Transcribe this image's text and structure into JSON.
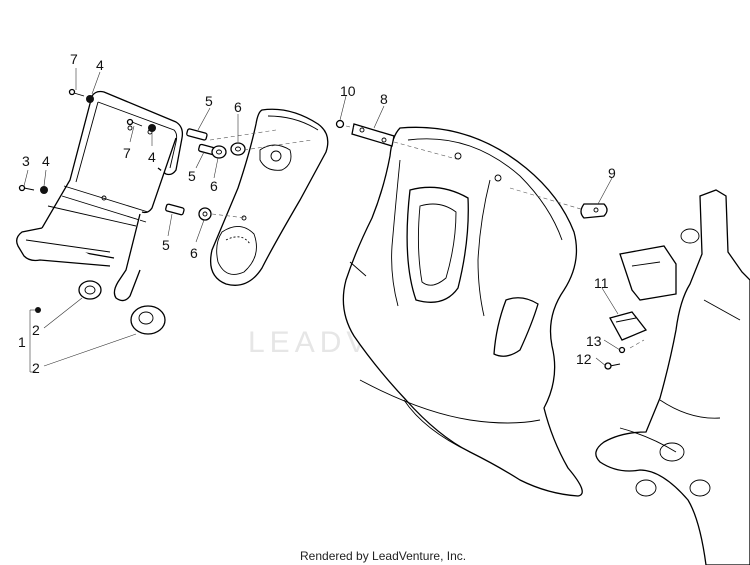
{
  "watermark": "LEADVENTURE",
  "footer": "Rendered by LeadVenture, Inc.",
  "callouts": {
    "c1": "1",
    "c2a": "2",
    "c2b": "2",
    "c3": "3",
    "c4a": "4",
    "c4b": "4",
    "c4c": "4",
    "c5a": "5",
    "c5b": "5",
    "c5c": "5",
    "c6a": "6",
    "c6b": "6",
    "c6c": "6",
    "c7a": "7",
    "c7b": "7",
    "c8": "8",
    "c9": "9",
    "c10": "10",
    "c11": "11",
    "c12": "12",
    "c13": "13"
  }
}
